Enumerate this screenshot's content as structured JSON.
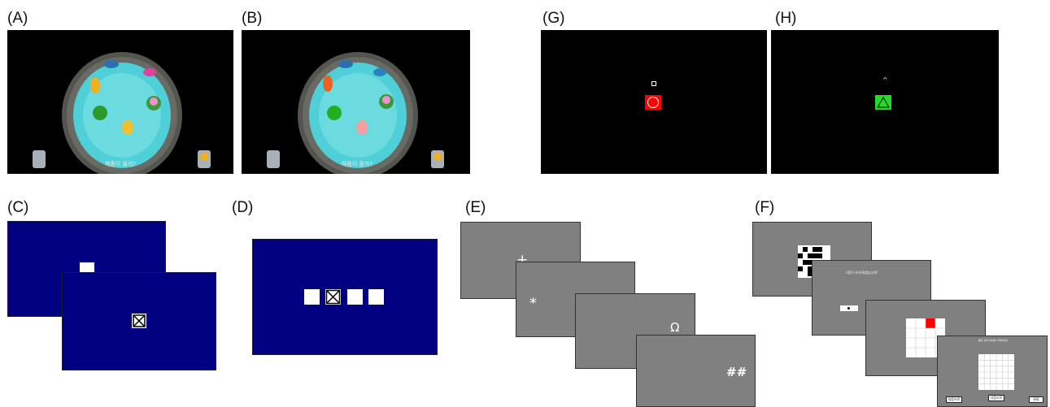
{
  "panels": {
    "A": {
      "label": "(A)",
      "caption": "해품이 몰까?"
    },
    "B": {
      "label": "(B)",
      "caption": "해품이 몰까?"
    },
    "C": {
      "label": "(C)"
    },
    "D": {
      "label": "(D)"
    },
    "E": {
      "label": "(E)",
      "symbols": [
        "+",
        "*",
        "Ω",
        "##"
      ]
    },
    "F": {
      "label": "(F)",
      "question": "그림이 유사하였습니까?",
      "instruction": "빨간 칸의 위치를 기억하세요",
      "buttons": [
        "처음으로",
        "다음으로",
        "완료"
      ]
    },
    "G": {
      "label": "(G)",
      "cue": "□"
    },
    "H": {
      "label": "(H)",
      "cue": "^"
    }
  },
  "colors": {
    "navy": "#000080",
    "gray": "#808080",
    "pond": "#4fd0d8",
    "red": "#ff0000",
    "green": "#22dd22"
  }
}
